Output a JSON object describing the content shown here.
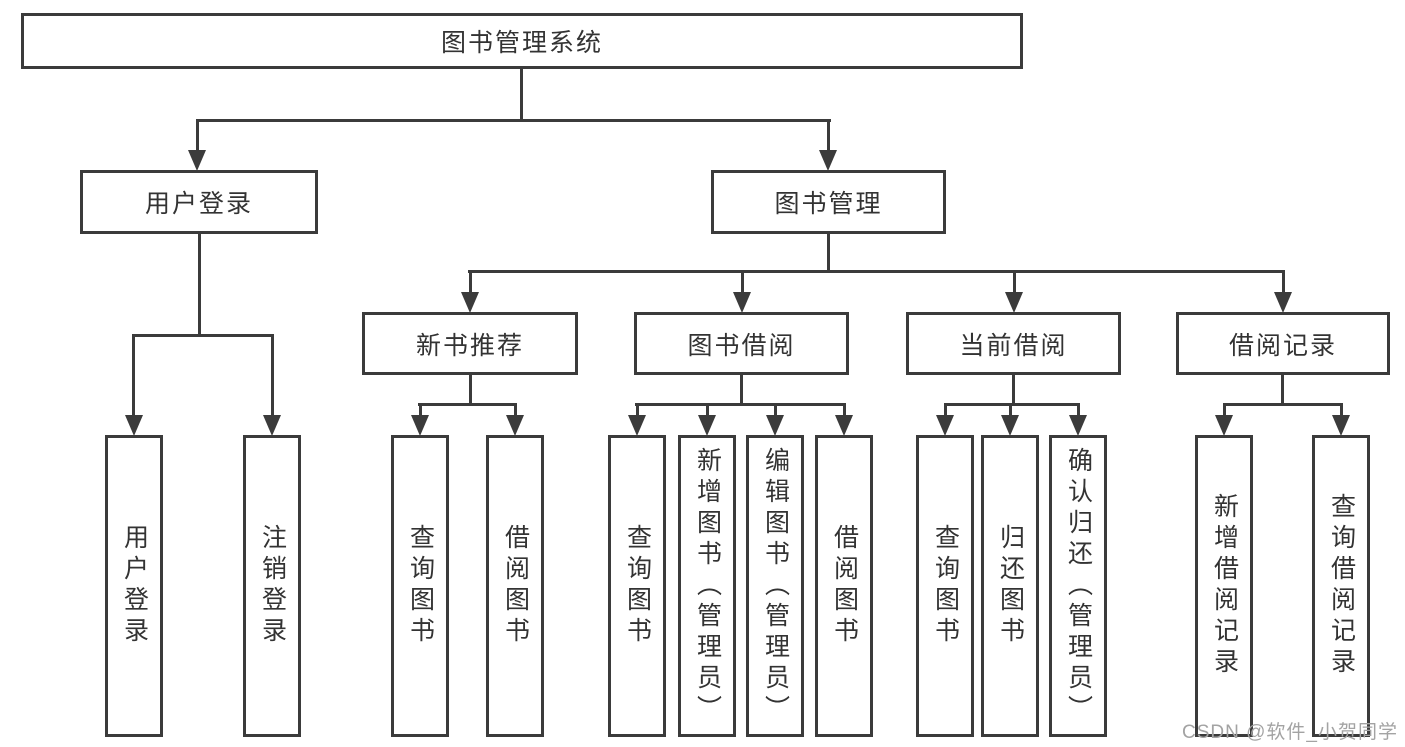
{
  "colors": {
    "line": "#3b3b3b",
    "text": "#333333",
    "watermark": "#a3a3a3",
    "background": "#ffffff"
  },
  "watermark": "CSDN @软件_小贺同学",
  "tree": {
    "label": "图书管理系统",
    "children": [
      {
        "label": "用户登录",
        "children": [
          {
            "label": "用户登录"
          },
          {
            "label": "注销登录"
          }
        ]
      },
      {
        "label": "图书管理",
        "children": [
          {
            "label": "新书推荐",
            "children": [
              {
                "label": "查询图书"
              },
              {
                "label": "借阅图书"
              }
            ]
          },
          {
            "label": "图书借阅",
            "children": [
              {
                "label": "查询图书"
              },
              {
                "label": "新增图书（管理员）"
              },
              {
                "label": "编辑图书（管理员）"
              },
              {
                "label": "借阅图书"
              }
            ]
          },
          {
            "label": "当前借阅",
            "children": [
              {
                "label": "查询图书"
              },
              {
                "label": "归还图书"
              },
              {
                "label": "确认归还（管理员）"
              }
            ]
          },
          {
            "label": "借阅记录",
            "children": [
              {
                "label": "新增借阅记录"
              },
              {
                "label": "查询借阅记录"
              }
            ]
          }
        ]
      }
    ]
  }
}
